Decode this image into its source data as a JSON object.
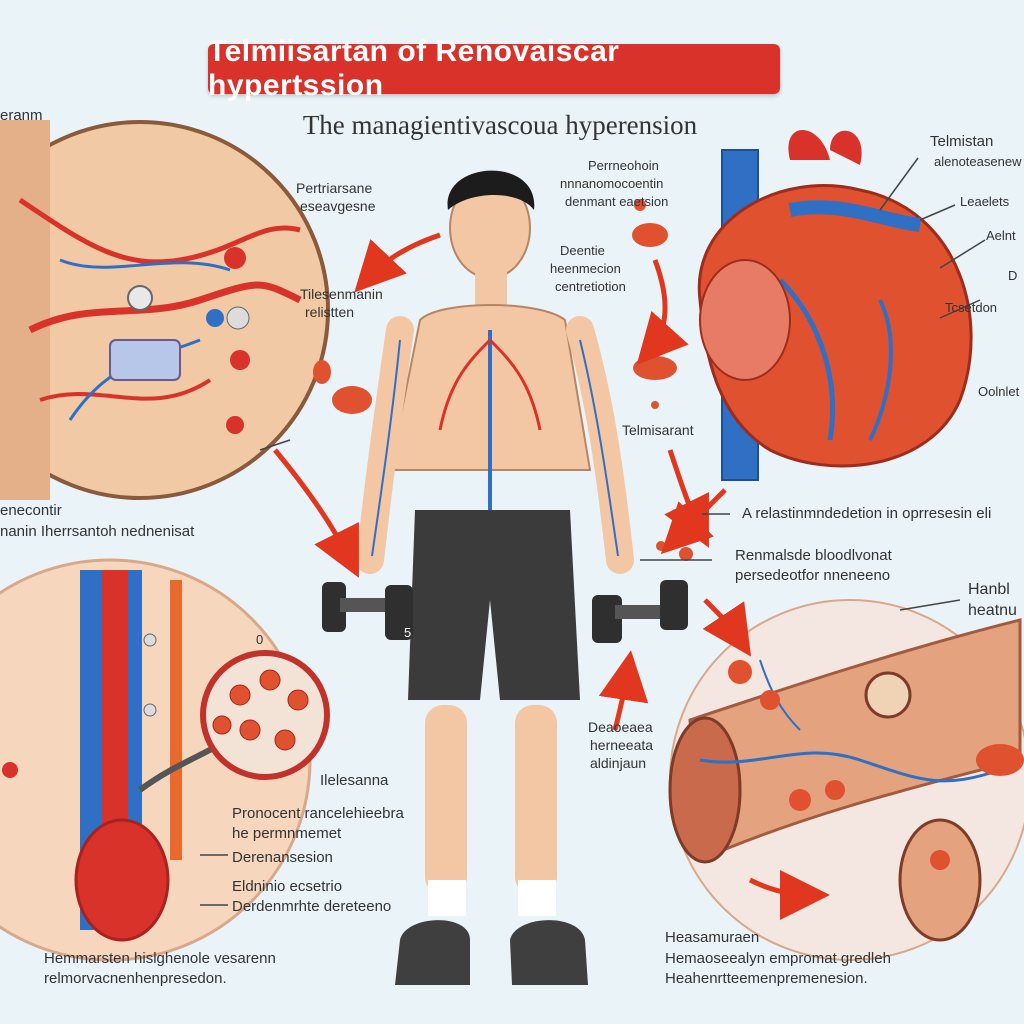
{
  "title": "Telmiisartan of Renovaiscar hypertssion",
  "subtitle": "The managientivascoua hyperension",
  "labels": {
    "top_left_corner": "eranm",
    "left_circle_a_1": "Pertriarsane",
    "left_circle_a_2": "eseavgesne",
    "left_circle_b_1": "Tilesenmanin",
    "left_circle_b_2": "relistten",
    "left_mid_1": "enecontir",
    "left_mid_2": "nanin Iherrsantoh nednenisat",
    "center_top_a_1": "Perrneohoin",
    "center_top_a_2": "nnnanomocoentin",
    "center_top_a_3": "denmant eaetsion",
    "center_top_b_1": "Deentie",
    "center_top_b_2": "heenmecion",
    "center_top_b_3": "centretiotion",
    "right_heart_1": "Telmistan",
    "right_heart_2": "alenoteasenew",
    "right_heart_3": "Leaelets",
    "right_heart_4": "Aelnt",
    "right_heart_5": "D",
    "right_heart_6": "Tcsetdon",
    "right_heart_7": "Oolnlet",
    "telmisartan": "Telmisarant",
    "right_mid_a": "A relastinmndedetion in oprresesin eli",
    "right_mid_b_1": "Renmalsde bloodlvonat",
    "right_mid_b_2": "persedeotfor nneneeno",
    "right_bottom_heading_1": "Hanbl",
    "right_bottom_heading_2": "heatnu",
    "center_low_1": "Deaoeaea",
    "center_low_2": "herneeata",
    "center_low_3": "aldinjaun",
    "left_bottom_marker": "0",
    "left_bottom_a": "Ilelesanna",
    "left_bottom_b_1": "Pronocent rancelehieebra",
    "left_bottom_b_2": "he permnmemet",
    "left_bottom_c": "Derenansesion",
    "left_bottom_d_1": "Eldninio ecsetrio",
    "left_bottom_d_2": "Derdenmrhte dereteeno",
    "bottom_left_1": "Hemmarsten hislghenole vesarenn",
    "bottom_left_2": "relmorvacnenhenpresedon.",
    "bottom_right_1": "Heasamuraen",
    "bottom_right_2": "Hemaoseealyn empromat gredleh",
    "bottom_right_3": "Heahenrtteemenpremenesion.",
    "dumbbell_number": "5"
  }
}
